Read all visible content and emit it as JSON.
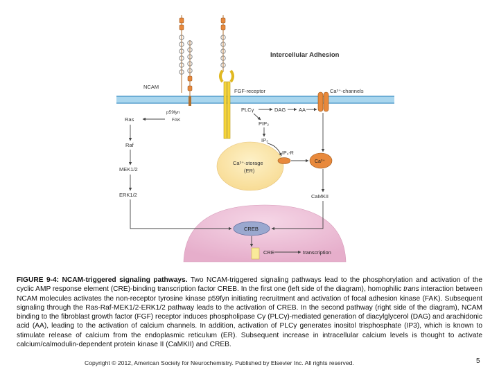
{
  "diagram": {
    "header": "Intercellular Adhesion",
    "ncam": "NCAM",
    "fgf_receptor": "FGF-receptor",
    "ca_channels": "Ca²⁺-channels",
    "plc": "PLCγ",
    "dag": "DAG",
    "aa": "AA",
    "pip2": "PIP₂",
    "ip3": "IP₃",
    "ip3r": "IP₃-R",
    "ca_storage_line1": "Ca²⁺-storage",
    "ca_storage_line2": "(ER)",
    "ca_ion": "Ca²⁺",
    "p59fyn": "p59fyn",
    "fak": "FAK",
    "ras": "Ras",
    "raf": "Raf",
    "mek": "MEK1/2",
    "erk": "ERK1/2",
    "camkii": "CaMKII",
    "creb": "CREB",
    "cre": "CRE",
    "transcription": "transcription"
  },
  "caption": {
    "title": "FIGURE 9-4: NCAM-triggered signaling pathways.",
    "text_1": " Two NCAM-triggered signaling pathways lead to the phosphorylation and activation of the cyclic AMP response element (CRE)-binding transcription factor CREB. In the first one (left side of the diagram), homophilic ",
    "text_italic": "trans",
    "text_2": " interaction between NCAM molecules activates the non-receptor tyrosine kinase p59fyn initiating recruitment and activation of focal adhesion kinase (FAK). Subsequent signaling through the Ras-Raf-MEK1/2-ERK1/2 pathway leads to the activation of CREB. In the second pathway (right side of the diagram), NCAM binding to the fibroblast growth factor (FGF) receptor induces phospholipase Cγ (PLCγ)-mediated generation of diacylglycerol (DAG) and arachidonic acid (AA), leading to the activation of calcium channels. In addition, activation of PLCγ generates inositol trisphosphate (IP3), which is known to stimulate release of calcium from the endoplasmic reticulum (ER). Subsequent increase in intracellular calcium levels is thought to activate calcium/calmodulin-dependent protein kinase II (CaMKII) and CREB."
  },
  "footer": "Copyright © 2012, American Society for Neurochemistry. Published by Elsevier Inc. All rights reserved.",
  "page_number": "5",
  "colors": {
    "membrane": "#a9d6ee",
    "membrane_line": "#3d8fc4",
    "nucleus": "#f0c8dd",
    "er": "#fbe6b0",
    "orange": "#e8893c",
    "yellow": "#f6d53a",
    "arrow": "#444444"
  }
}
